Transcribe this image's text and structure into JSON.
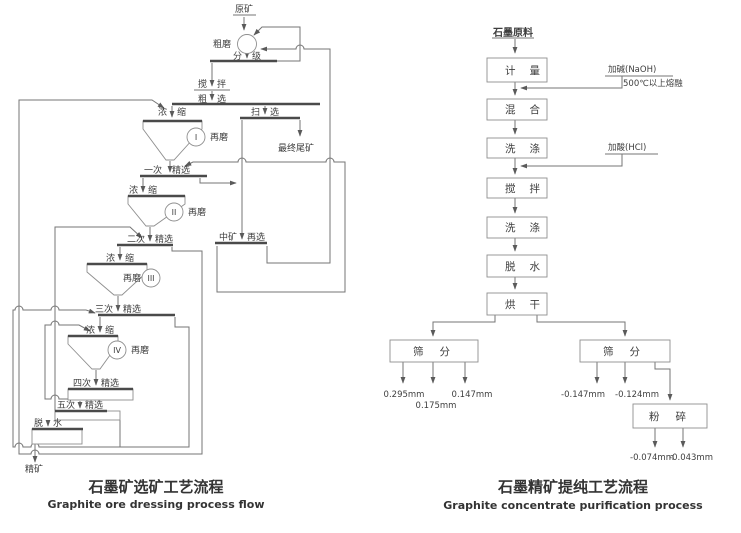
{
  "colors": {
    "line": "#757575",
    "bar": "#4a4a4a",
    "text": "#3e3e3e",
    "title": "#333333",
    "background": "#ffffff"
  },
  "left": {
    "raw_ore": "原矿",
    "mill_label": "粗磨",
    "regrind_label": "再磨",
    "stage_numbers": [
      "I",
      "II",
      "III",
      "IV"
    ],
    "rows": {
      "classify": {
        "l": "分",
        "r": "级"
      },
      "agitate": {
        "l": "搅",
        "r": "拌"
      },
      "rougher": {
        "l": "粗",
        "r": "选"
      },
      "thicken": {
        "l": "浓",
        "r": "缩"
      },
      "scavenge": {
        "l": "扫",
        "r": "选"
      },
      "clean1": {
        "l": "一次",
        "r": "精选"
      },
      "clean2": {
        "l": "二次",
        "r": "精选"
      },
      "clean3": {
        "l": "三次",
        "r": "精选"
      },
      "clean4": {
        "l": "四次",
        "r": "精选"
      },
      "clean5": {
        "l": "五次",
        "r": "精选"
      },
      "middlings": {
        "l": "中矿",
        "r": "再选"
      },
      "dewater": {
        "l": "脱",
        "r": "水"
      }
    },
    "final_tailings": "最终尾矿",
    "concentrate": "精矿",
    "title": "石墨矿选矿工艺流程",
    "subtitle": "Graphite ore dressing process flow"
  },
  "right": {
    "source": "石墨原料",
    "boxes": [
      "计量",
      "混合",
      "洗涤",
      "搅拌",
      "洗涤",
      "脱水",
      "烘干"
    ],
    "alkali_label": "加碱(NaOH)",
    "alkali_note": "500℃以上熔融",
    "acid_label": "加酸(HCl)",
    "sieve1": "筛分",
    "sieve2": "筛分",
    "crush": "粉碎",
    "sieve1_sizes": [
      "0.295mm",
      "0.175mm",
      "0.147mm"
    ],
    "sieve2_sizes": [
      "-0.147mm",
      "-0.124mm"
    ],
    "crush_sizes": [
      "-0.074mm",
      "-0.043mm"
    ],
    "title": "石墨精矿提纯工艺流程",
    "subtitle": "Graphite concentrate purification process"
  }
}
